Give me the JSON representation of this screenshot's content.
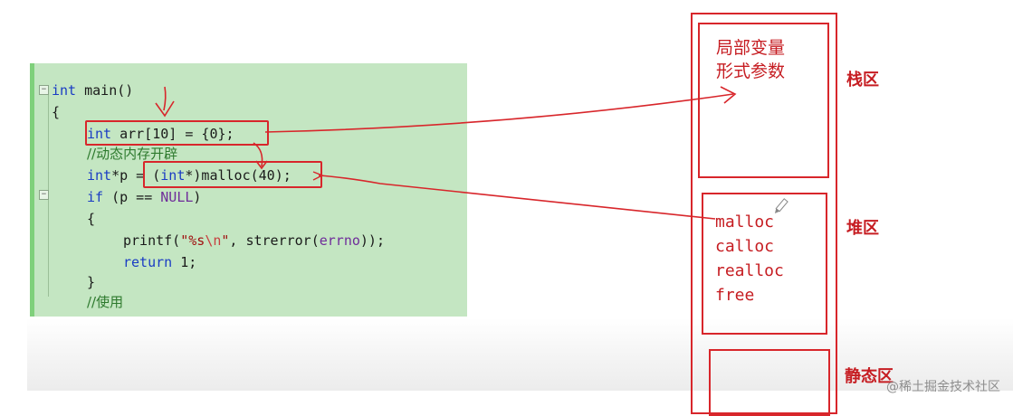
{
  "code": {
    "lines": [
      {
        "id": "l1",
        "tokens": [
          {
            "t": "int",
            "c": "kw"
          },
          {
            "t": " main()",
            "c": ""
          }
        ]
      },
      {
        "id": "l2",
        "tokens": [
          {
            "t": "{",
            "c": ""
          }
        ]
      },
      {
        "id": "l3",
        "tokens": [
          {
            "t": "int",
            "c": "kw"
          },
          {
            "t": " arr[10] = {0};",
            "c": ""
          }
        ]
      },
      {
        "id": "l4",
        "tokens": [
          {
            "t": "//动态内存开辟",
            "c": "cmt"
          }
        ]
      },
      {
        "id": "l5",
        "tokens": [
          {
            "t": "int",
            "c": "kw"
          },
          {
            "t": "*p = (",
            "c": ""
          },
          {
            "t": "int",
            "c": "kw"
          },
          {
            "t": "*)malloc(40);",
            "c": ""
          }
        ]
      },
      {
        "id": "l6",
        "tokens": [
          {
            "t": "if",
            "c": "kw"
          },
          {
            "t": " (p == ",
            "c": ""
          },
          {
            "t": "NULL",
            "c": "mac"
          },
          {
            "t": ")",
            "c": ""
          }
        ]
      },
      {
        "id": "l7",
        "tokens": [
          {
            "t": "{",
            "c": ""
          }
        ]
      },
      {
        "id": "l8",
        "tokens": [
          {
            "t": "printf(",
            "c": ""
          },
          {
            "t": "\"%s",
            "c": "str"
          },
          {
            "t": "\\n",
            "c": "esc"
          },
          {
            "t": "\"",
            "c": "str"
          },
          {
            "t": ", strerror(",
            "c": ""
          },
          {
            "t": "errno",
            "c": "mac"
          },
          {
            "t": "));",
            "c": ""
          }
        ]
      },
      {
        "id": "l9",
        "tokens": [
          {
            "t": "return",
            "c": "kw"
          },
          {
            "t": " 1;",
            "c": ""
          }
        ]
      },
      {
        "id": "l10",
        "tokens": [
          {
            "t": "}",
            "c": ""
          }
        ]
      },
      {
        "id": "l11",
        "tokens": [
          {
            "t": "//使用",
            "c": "cmt"
          }
        ]
      }
    ]
  },
  "memory": {
    "stack": {
      "items": [
        "局部变量",
        "形式参数"
      ],
      "label": "栈区"
    },
    "heap": {
      "items": [
        "malloc",
        "calloc",
        "realloc",
        "free"
      ],
      "label": "堆区"
    },
    "static": {
      "label": "静态区"
    }
  },
  "fold_markers": [
    "−",
    "−"
  ],
  "icons": {
    "pen": "pencil-icon"
  },
  "colors": {
    "annotation_red": "#d8262b",
    "code_bg": "#c4e6c2"
  },
  "watermark": "@稀土掘金技术社区"
}
